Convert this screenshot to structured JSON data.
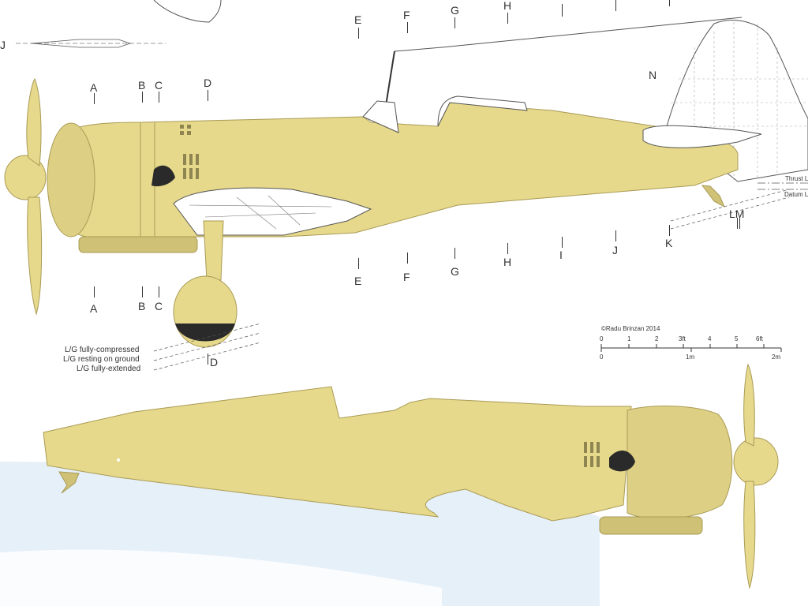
{
  "stations_top": [
    "E",
    "F",
    "G",
    "H"
  ],
  "stations_upper": [
    "A",
    "B",
    "C",
    "D"
  ],
  "stations_lower_row1": [
    "E",
    "F",
    "G",
    "H",
    "I",
    "J",
    "K"
  ],
  "stations_lower_row2": [
    "A",
    "B",
    "C"
  ],
  "label_n": "N",
  "label_j_far_left": "J",
  "label_lm": "LM",
  "label_d_gear": "D",
  "gear_labels": [
    "L/G fully-compressed",
    "L/G resting on ground",
    "L/G fully-extended"
  ],
  "thrust_line": "Thrust Li",
  "datum_line": "Datum L",
  "copyright": "©Radu Brinzan 2014",
  "scale_feet_ticks": [
    "0",
    "1",
    "2",
    "3ft",
    "4",
    "5",
    "6ft"
  ],
  "scale_meter_ticks": [
    "0",
    "1m",
    "2m"
  ],
  "colors": {
    "fuselage": "#e6d98c",
    "fuselage_shade": "#cfc277",
    "line": "#444444",
    "sky": "#dbe9f7",
    "dark": "#2a2a2a"
  }
}
